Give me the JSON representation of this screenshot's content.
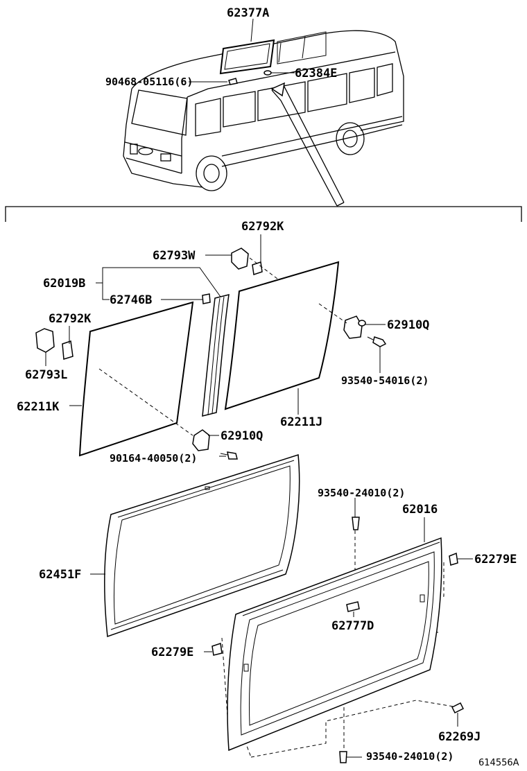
{
  "labels": {
    "p62377A": "62377A",
    "p90468_05116": "90468-05116(6)",
    "p62384E": "62384E",
    "p62792K_top": "62792K",
    "p62793W": "62793W",
    "p62019B": "62019B",
    "p62746B": "62746B",
    "p62792K_left": "62792K",
    "p62910Q_right": "62910Q",
    "p62793L": "62793L",
    "p93540_54016": "93540-54016(2)",
    "p62211K": "62211K",
    "p62211J": "62211J",
    "p62910Q_lower": "62910Q",
    "p90164_40050": "90164-40050(2)",
    "p93540_24010_top": "93540-24010(2)",
    "p62016": "62016",
    "p62451F": "62451F",
    "p62279E_right": "62279E",
    "p62777D": "62777D",
    "p62279E_left": "62279E",
    "p62269J": "62269J",
    "p93540_24010_bottom": "93540-24010(2)"
  },
  "reference": "614556A"
}
